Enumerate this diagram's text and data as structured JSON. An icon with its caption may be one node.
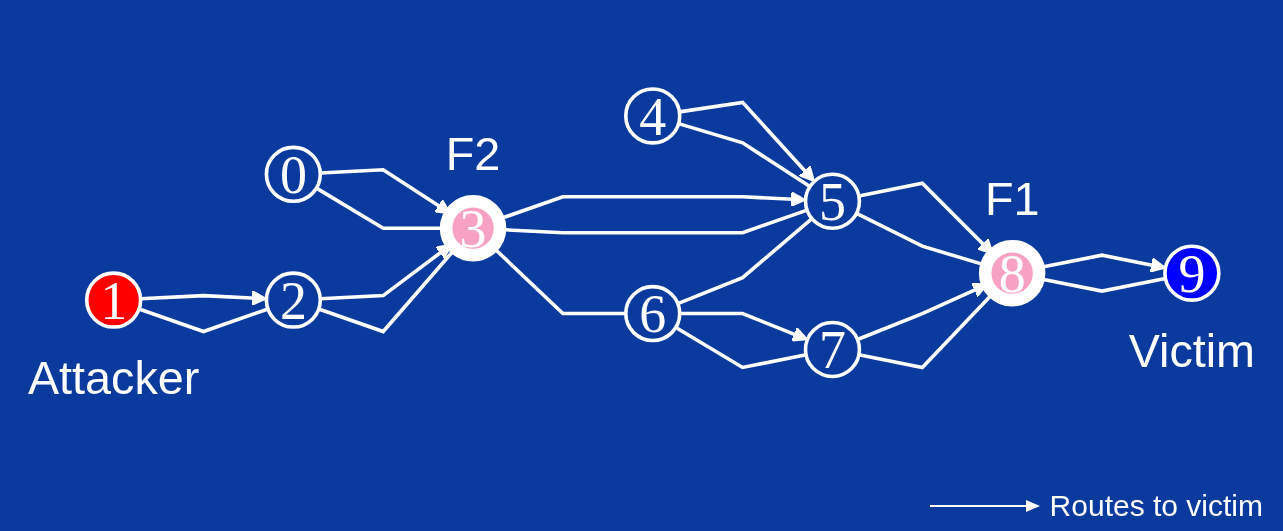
{
  "diagram": {
    "nodes": [
      {
        "text": [
          "0"
        ]
      },
      {
        "text": [
          "1"
        ],
        "beside": [
          "Attacker"
        ]
      },
      {
        "text": [
          "2"
        ]
      },
      {
        "text": [
          "3"
        ],
        "beside": [
          "F2"
        ]
      },
      {
        "text": [
          "4"
        ]
      },
      {
        "text": [
          "5"
        ]
      },
      {
        "text": [
          "6"
        ]
      },
      {
        "text": [
          "7"
        ]
      },
      {
        "text": [
          "8"
        ],
        "beside": [
          "F1"
        ]
      },
      {
        "text": [
          "9"
        ],
        "beside": [
          "Victim"
        ]
      }
    ],
    "edges": [
      {
        "from": 1,
        "to": 2,
        "arrow": "none"
      },
      {
        "from": 1,
        "to": 2,
        "arrow": "to"
      },
      {
        "from": 0,
        "to": 3,
        "arrow": "none"
      },
      {
        "from": 0,
        "to": 3,
        "arrow": "to"
      },
      {
        "from": 2,
        "to": 3,
        "arrow": "none"
      },
      {
        "from": 2,
        "to": 3,
        "arrow": "to"
      },
      {
        "from": 3,
        "to": 6,
        "arrow": "none"
      },
      {
        "from": 6,
        "to": 7,
        "arrow": "none"
      },
      {
        "from": 6,
        "to": 7,
        "arrow": "to"
      },
      {
        "from": 6,
        "to": 5,
        "arrow": "none"
      },
      {
        "from": 3,
        "to": 5,
        "arrow": "none"
      },
      {
        "from": 3,
        "to": 5,
        "arrow": "to"
      },
      {
        "from": 4,
        "to": 5,
        "arrow": "none"
      },
      {
        "from": 4,
        "to": 5,
        "arrow": "to"
      },
      {
        "from": 5,
        "to": 8,
        "arrow": "none"
      },
      {
        "from": 5,
        "to": 8,
        "arrow": "to"
      },
      {
        "from": 7,
        "to": 8,
        "arrow": "none"
      },
      {
        "from": 7,
        "to": 8,
        "arrow": "to"
      },
      {
        "from": 8,
        "to": 9,
        "arrow": "none"
      },
      {
        "from": 8,
        "to": 9,
        "arrow": "to"
      }
    ],
    "legend": [
      {
        "text": "Routes to victim"
      }
    ]
  }
}
